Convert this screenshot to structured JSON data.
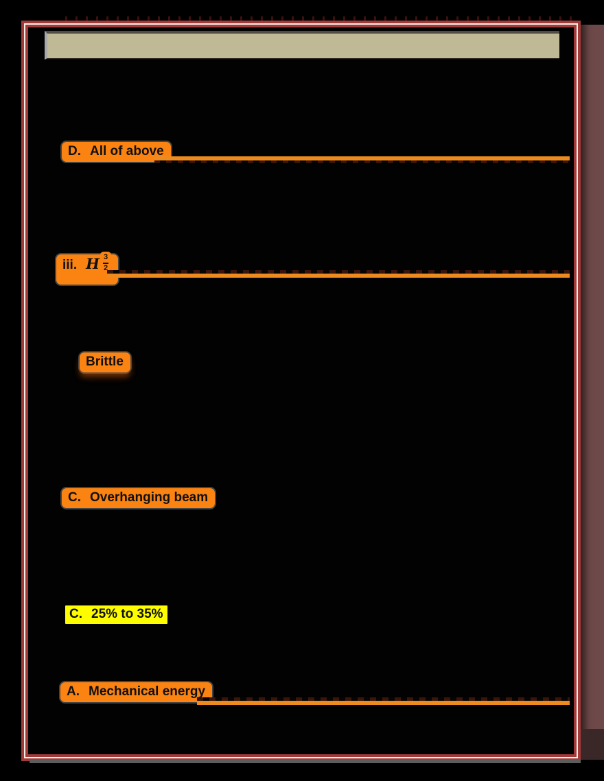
{
  "document": {
    "background_color": "#000000",
    "frame_color": "#a23a3a",
    "frame_inner_line_color": "#f8efe7",
    "side_strip_color": "#6e4949",
    "header_bar_color": "#c0b995",
    "highlight_orange": "#fb8312",
    "highlight_yellow": "#fdfd00",
    "underline_color": "#ed8b1f",
    "text_color": "#101010"
  },
  "answers": [
    {
      "prefix": "D.",
      "text": "All of above",
      "highlight": "orange",
      "runoff_line": true
    },
    {
      "prefix": "iii.",
      "math_base": "H",
      "frac_numerator": "3",
      "frac_denominator": "2",
      "highlight": "orange",
      "runoff_line": true
    },
    {
      "text": "Brittle",
      "highlight": "orange",
      "runoff_line": false
    },
    {
      "prefix": "C.",
      "text": "Overhanging beam",
      "highlight": "orange",
      "runoff_line": false
    },
    {
      "prefix": "C.",
      "text": "25% to 35%",
      "highlight": "yellow",
      "runoff_line": false
    },
    {
      "prefix": "A.",
      "text": "Mechanical energy",
      "highlight": "orange",
      "runoff_line": true
    }
  ]
}
